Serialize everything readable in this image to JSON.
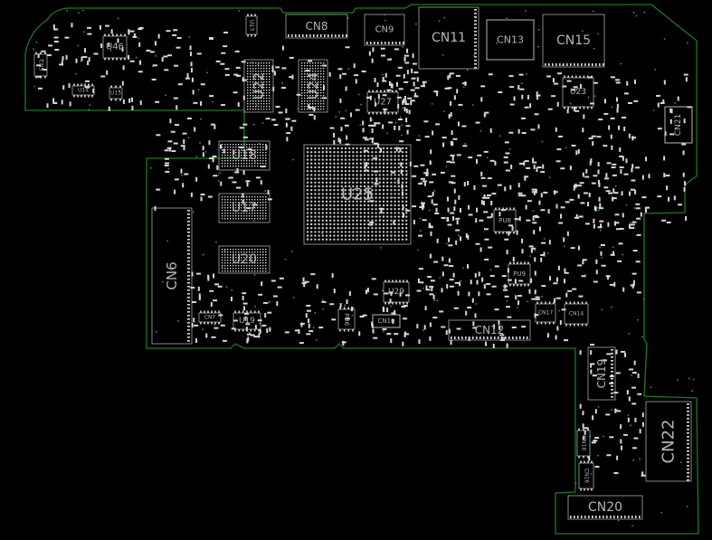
{
  "board": {
    "outline_color": "#1e7a1e",
    "background": "#000000",
    "component_color": "#b4b4b4",
    "via_color": "#2a9a9a"
  },
  "components": [
    {
      "ref": "U46"
    },
    {
      "ref": "U14"
    },
    {
      "ref": "U15"
    },
    {
      "ref": "CN5"
    },
    {
      "ref": "U13"
    },
    {
      "ref": "CN8"
    },
    {
      "ref": "CN9"
    },
    {
      "ref": "U22"
    },
    {
      "ref": "U24"
    },
    {
      "ref": "CN11"
    },
    {
      "ref": "CN13"
    },
    {
      "ref": "CN15"
    },
    {
      "ref": "U23"
    },
    {
      "ref": "U27"
    },
    {
      "ref": "CN21"
    },
    {
      "ref": "U18"
    },
    {
      "ref": "U25"
    },
    {
      "ref": "U17"
    },
    {
      "ref": "PU8"
    },
    {
      "ref": "CN6"
    },
    {
      "ref": "U20"
    },
    {
      "ref": "PU9"
    },
    {
      "ref": "U29"
    },
    {
      "ref": "CN17"
    },
    {
      "ref": "CN14"
    },
    {
      "ref": "CN7"
    },
    {
      "ref": "U19"
    },
    {
      "ref": "PU6"
    },
    {
      "ref": "CN10"
    },
    {
      "ref": "CN12"
    },
    {
      "ref": "CN19"
    },
    {
      "ref": "CN22"
    },
    {
      "ref": "CN18"
    },
    {
      "ref": "CN16"
    },
    {
      "ref": "CN20"
    }
  ]
}
